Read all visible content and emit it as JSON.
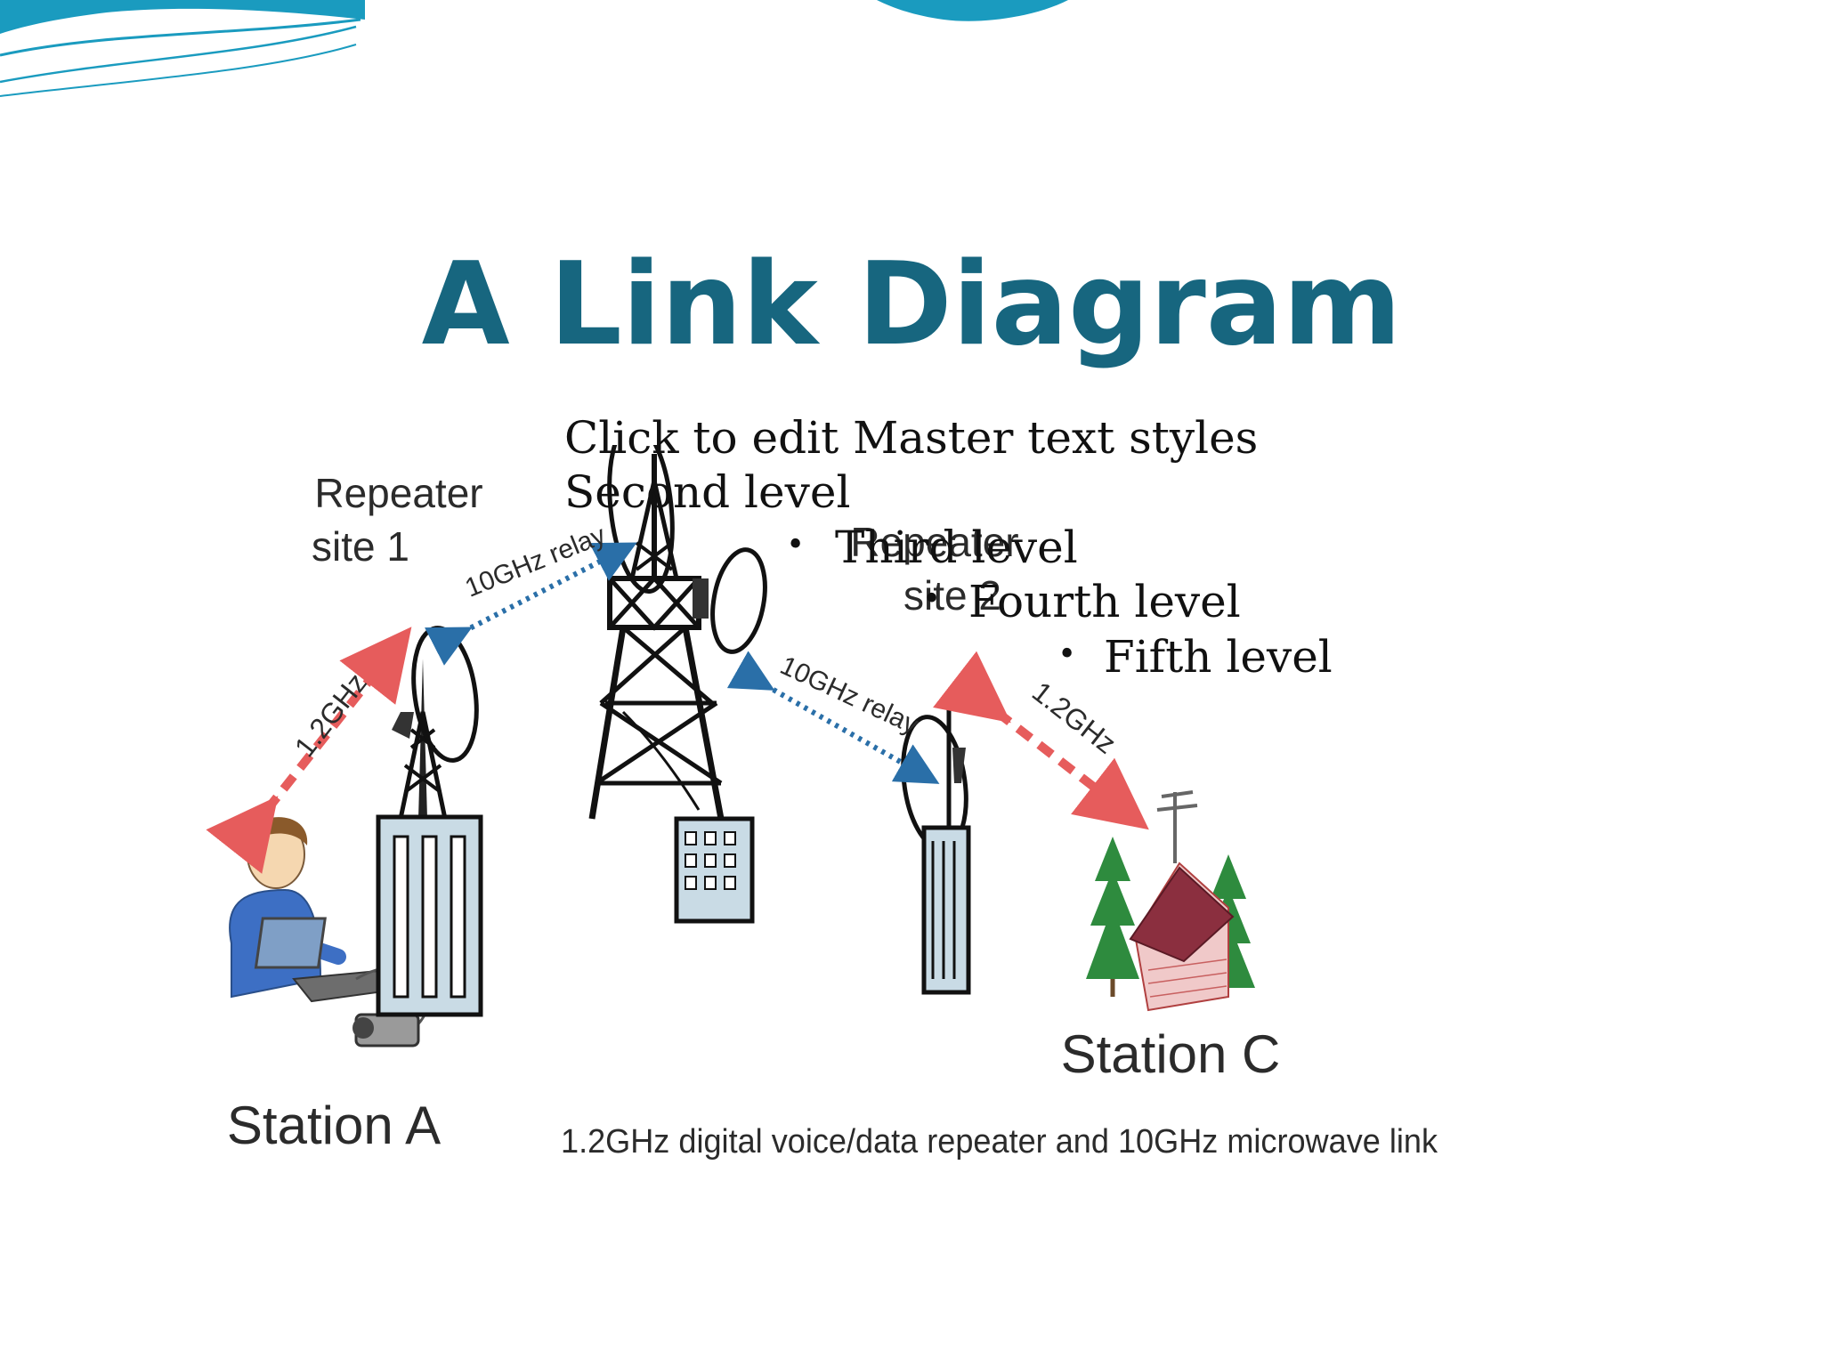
{
  "slide": {
    "title": "A Link Diagram",
    "body_levels": [
      "Click to edit Master text styles",
      "Second level",
      "Third level",
      "Fourth level",
      "Fifth level"
    ]
  },
  "diagram": {
    "labels": {
      "repeater1_line1": "Repeater",
      "repeater1_line2": "site 1",
      "repeater2_line1": "Repeater",
      "repeater2_line2": "site 2",
      "station_a": "Station A",
      "station_c": "Station C",
      "link_left": "1.2GHz",
      "link_right": "1.2GHz",
      "relay_left": "10GHz relay",
      "relay_right": "10GHz relay",
      "caption": "1.2GHz digital voice/data repeater and 10GHz microwave link"
    },
    "colors": {
      "title": "#17667f",
      "link_1_2ghz": "#e65c5c",
      "relay_10ghz": "#2a6fa8",
      "building": "#c9dbe5",
      "tree": "#2e8b3e",
      "roof": "#8b2f3f",
      "wave": "#1a9bbf"
    }
  }
}
